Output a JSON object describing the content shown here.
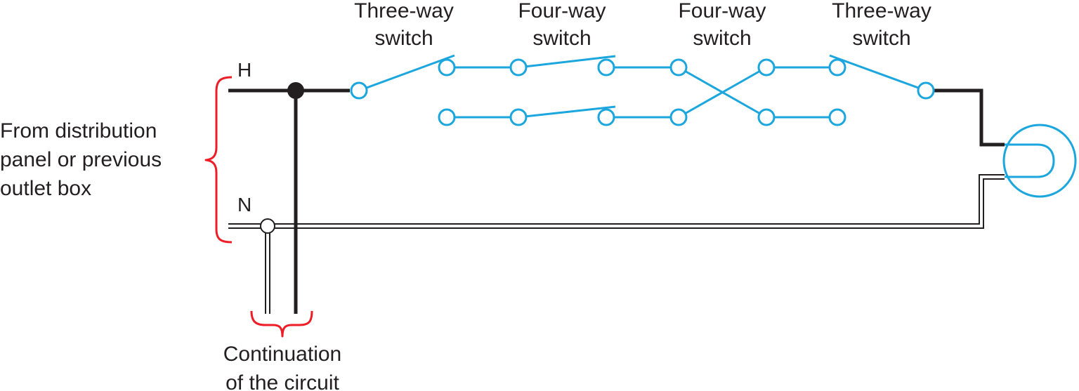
{
  "labels": {
    "switch1": {
      "line1": "Three-way",
      "line2": "switch"
    },
    "switch2": {
      "line1": "Four-way",
      "line2": "switch"
    },
    "switch3": {
      "line1": "Four-way",
      "line2": "switch"
    },
    "switch4": {
      "line1": "Three-way",
      "line2": "switch"
    },
    "hot": "H",
    "neutral": "N",
    "source": {
      "line1": "From distribution",
      "line2": "panel or previous",
      "line3": "outlet box"
    },
    "continuation": {
      "line1": "Continuation",
      "line2": "of the circuit"
    }
  },
  "colors": {
    "switch_wiring": "#1ba6dd",
    "hot_wire": "#231f20",
    "brace": "#ee1c25",
    "text": "#231f20"
  }
}
